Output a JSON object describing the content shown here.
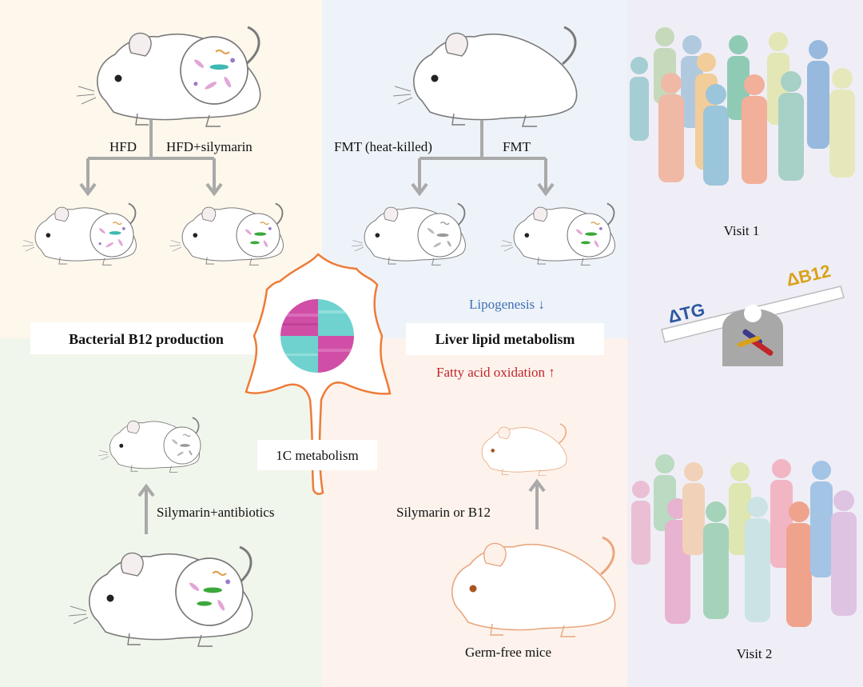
{
  "labels": {
    "hfd": "HFD",
    "hfd_silymarin": "HFD+silymarin",
    "fmt_heat_killed": "FMT (heat-killed)",
    "fmt": "FMT",
    "bacterial_b12": "Bacterial B12 production",
    "liver_lipid": "Liver lipid metabolism",
    "lipogenesis": "Lipogenesis ↓",
    "fatty_acid": "Fatty acid oxidation ↑",
    "one_c": "1C metabolism",
    "silymarin_antibiotics": "Silymarin+antibiotics",
    "silymarin_or_b12": "Silymarin or B12",
    "germ_free": "Germ-free mice",
    "visit1": "Visit 1",
    "visit2": "Visit 2",
    "delta_tg": "ΔTG",
    "delta_b12": "ΔB12"
  },
  "colors": {
    "panel_top_left": "#fdf7ec",
    "panel_top_mid": "#eef3f9",
    "panel_bottom_left": "#f1f6ec",
    "panel_bottom_mid": "#fdf3ec",
    "panel_right": "#efeef6",
    "arrow": "#a9a9a9",
    "lipogenesis": "#3f6fb5",
    "fatty_acid": "#c0252a",
    "delta_tg": "#2c58a0",
    "delta_b12": "#d9a21b",
    "mouse_outline": "#7a7a7a",
    "germfree_outline": "#e9a77f",
    "liver_outline": "#ee7b37",
    "heatmap_pink": "#d04ea6",
    "heatmap_cyan": "#6fd2cf"
  }
}
